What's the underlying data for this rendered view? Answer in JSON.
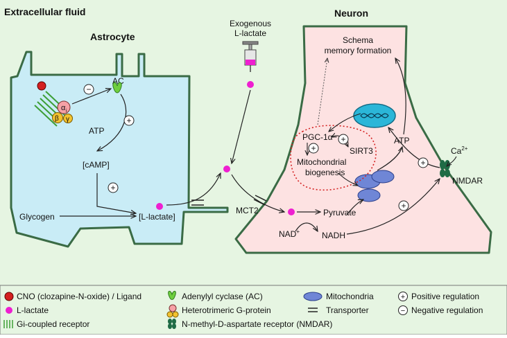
{
  "regions": {
    "extracellular": "Extracellular fluid",
    "astrocyte": "Astrocyte",
    "neuron": "Neuron"
  },
  "astrocyte_labels": {
    "ac": "AC",
    "alpha": "α",
    "alpha_sub": "i",
    "beta": "β",
    "gamma": "γ",
    "atp": "ATP",
    "camp": "[cAMP]",
    "glycogen": "Glycogen",
    "llactate": "[L-lactate]"
  },
  "exogenous": {
    "line1": "Exogenous",
    "line2": "L-lactate"
  },
  "transport": {
    "mct2": "MCT2"
  },
  "neuron_labels": {
    "schema_line1": "Schema",
    "schema_line2": "memory formation",
    "pgc": "PGC-1α",
    "sirt3": "SIRT3",
    "mito_line1": "Mitochondrial",
    "mito_line2": "biogenesis",
    "atp": "ATP",
    "ca": "Ca",
    "ca_sup": "2+",
    "nmdar": "NMDAR",
    "pyruvate": "Pyruvate",
    "nad": "NAD",
    "nad_sup": "+",
    "nadh": "NADH"
  },
  "signs": {
    "plus": "+",
    "minus": "−"
  },
  "legend": {
    "cno": "CNO (clozapine-N-oxide) / Ligand",
    "llactate": "L-lactate",
    "gi": "Gi-coupled receptor",
    "ac": "Adenylyl cyclase (AC)",
    "gprotein": "Heterotrimeric G-protein",
    "nmdar": "N-methyl-D-aspartate receptor (NMDAR)",
    "mito": "Mitochondria",
    "transporter": "Transporter",
    "pos": "Positive regulation",
    "neg": "Negative regulation"
  },
  "colors": {
    "background": "#e6f5e2",
    "astrocyte_fill": "#c9ecf6",
    "neuron_fill": "#fde2e2",
    "membrane": "#3a6b45",
    "lactate": "#ee1fd0",
    "ligand": "#d42020",
    "receptor": "#3d9e35",
    "mito": "#6f86d6",
    "nucleus": "#2bb6d8",
    "nmdar": "#1f6b45"
  }
}
